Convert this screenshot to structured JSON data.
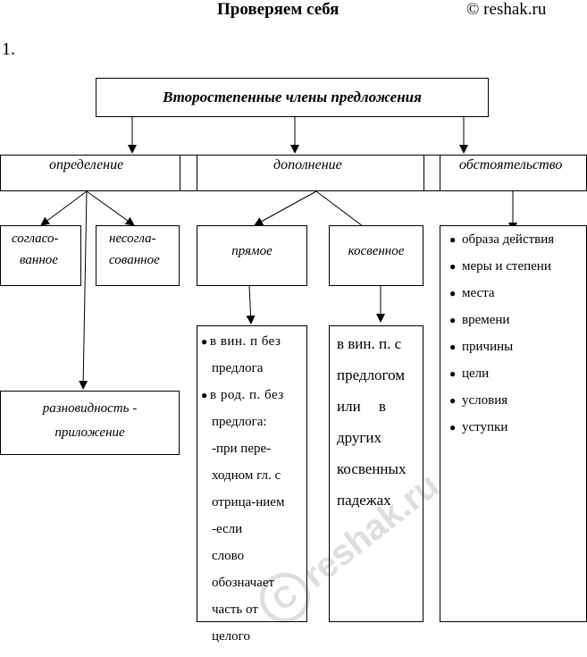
{
  "header": {
    "title": "Проверяем себя",
    "copyright": "© reshak.ru"
  },
  "task_number": "1.",
  "root": {
    "label": "Второстепенные члены предложения"
  },
  "categories": {
    "opredelenie": "определение",
    "dopolnenie": "дополнение",
    "obstoyatelstvo": "обстоятельство"
  },
  "opredelenie": {
    "soglas_line1": "согласо-",
    "soglas_line2": "ванное",
    "nesoglas_line1": "несогла-",
    "nesoglas_line2": "сованное",
    "prilozhenie_line1": "разновидность -",
    "prilozhenie_line2": "приложение"
  },
  "dopolnenie": {
    "pryamoe": "прямое",
    "kosvennoe": "косвенное",
    "pryamoe_details": [
      "в вин. п без",
      "предлога",
      "в род. п. без",
      "предлога:",
      "-при пере-",
      "ходном гл. с",
      "отрица-нием",
      "-если слово",
      "обозначает",
      "часть от",
      "целого"
    ],
    "kosvennoe_details": [
      "в вин. п. с",
      "предлогом",
      "или в",
      "других",
      "косвенных",
      "падежах"
    ]
  },
  "obstoyatelstvo": {
    "items": [
      "образа действия",
      "меры и степени",
      "места",
      "времени",
      "причины",
      "цели",
      "условия",
      "уступки"
    ]
  },
  "watermark": "reshak.ru"
}
